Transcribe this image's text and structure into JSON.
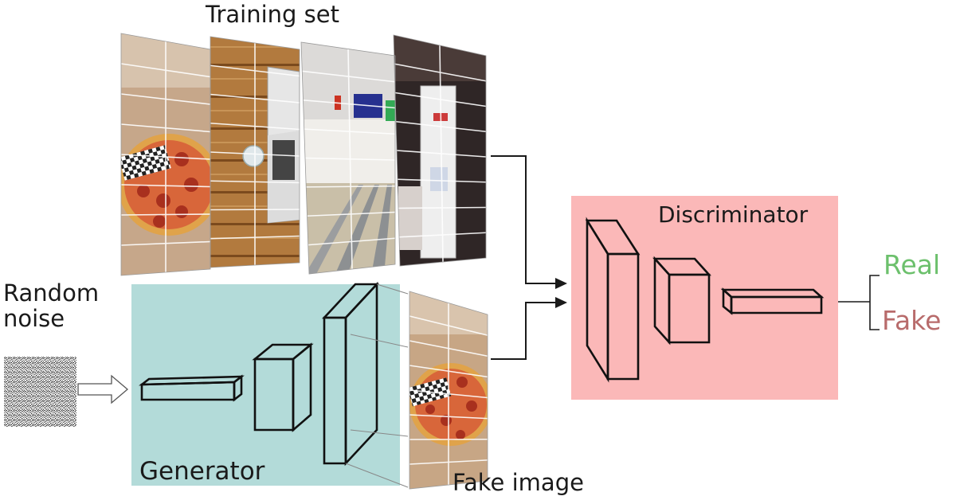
{
  "labels": {
    "training_set": "Training set",
    "random_noise": "Random noise",
    "generator": "Generator",
    "discriminator": "Discriminator",
    "fake_image": "Fake image",
    "real": "Real",
    "fake": "Fake"
  },
  "colors": {
    "generator_bg": "#b3dbd9",
    "discriminator_bg": "#fbb8b8",
    "real_text": "#6cc06c",
    "fake_text": "#b86b6b",
    "line": "#1a1a1a"
  },
  "icons": {
    "training_images": [
      "pizza-image",
      "laptop-image",
      "bowling-alley-image",
      "vending-machine-image"
    ],
    "noise": "random-noise-image",
    "fake_image": "fake-pizza-image"
  }
}
